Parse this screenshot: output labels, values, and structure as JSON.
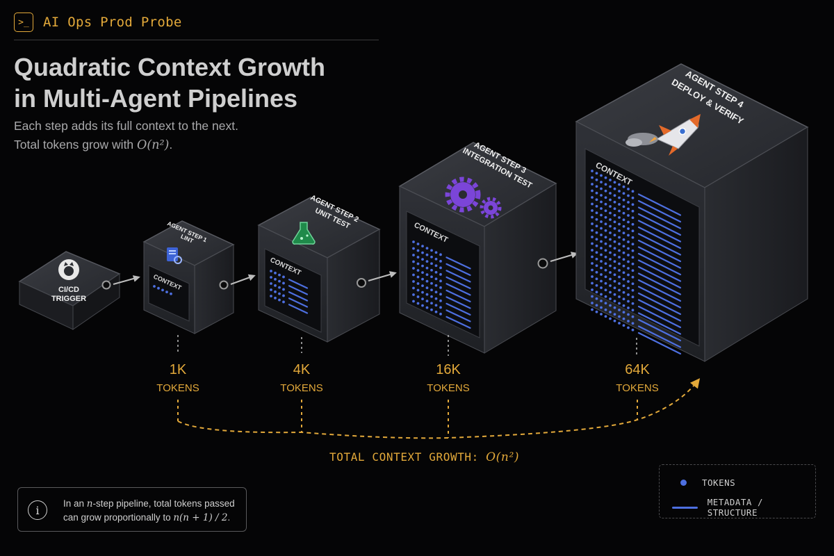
{
  "header": {
    "app_name": "AI Ops Prod Probe",
    "app_icon": "terminal-prompt-icon",
    "app_icon_glyph": ">_",
    "title_line1": "Quadratic Context Growth",
    "title_line2": "in Multi-Agent Pipelines",
    "subtitle_line1": "Each step adds its full context to the next.",
    "subtitle_line2_prefix": "Total tokens grow with ",
    "subtitle_line2_math": "O(n²)",
    "subtitle_line2_suffix": "."
  },
  "trigger": {
    "icon": "github-icon",
    "line1": "CI/CD",
    "line2": "TRIGGER"
  },
  "steps": [
    {
      "top_line1": "AGENT STEP 1",
      "top_line2": "LINT",
      "icon": "document-search-icon",
      "context_label": "CONTEXT",
      "tokens_value": "1K",
      "tokens_unit": "TOKENS"
    },
    {
      "top_line1": "AGENT STEP 2",
      "top_line2": "UNIT TEST",
      "icon": "flask-icon",
      "context_label": "CONTEXT",
      "tokens_value": "4K",
      "tokens_unit": "TOKENS"
    },
    {
      "top_line1": "AGENT STEP 3",
      "top_line2": "INTEGRATION TEST",
      "icon": "gears-icon",
      "context_label": "CONTEXT",
      "tokens_value": "16K",
      "tokens_unit": "TOKENS"
    },
    {
      "top_line1": "AGENT STEP 4",
      "top_line2": "DEPLOY & VERIFY",
      "icon": "rocket-icon",
      "context_label": "CONTEXT",
      "tokens_value": "64K",
      "tokens_unit": "TOKENS"
    }
  ],
  "growth": {
    "prefix": "TOTAL CONTEXT GROWTH: ",
    "math": "O(n²)"
  },
  "note": {
    "icon": "info-icon",
    "icon_glyph": "i",
    "line1_prefix": "In an ",
    "line1_math": "n",
    "line1_suffix": "-step pipeline, total tokens passed",
    "line2_prefix": "can grow proportionally to ",
    "line2_math": "n(n + 1) / 2",
    "line2_suffix": "."
  },
  "legend": {
    "tokens_label": "TOKENS",
    "metadata_label": "METADATA / STRUCTURE"
  },
  "colors": {
    "accent": "#e3a93a",
    "token_blue": "#4d6fe0",
    "background": "#050506"
  }
}
